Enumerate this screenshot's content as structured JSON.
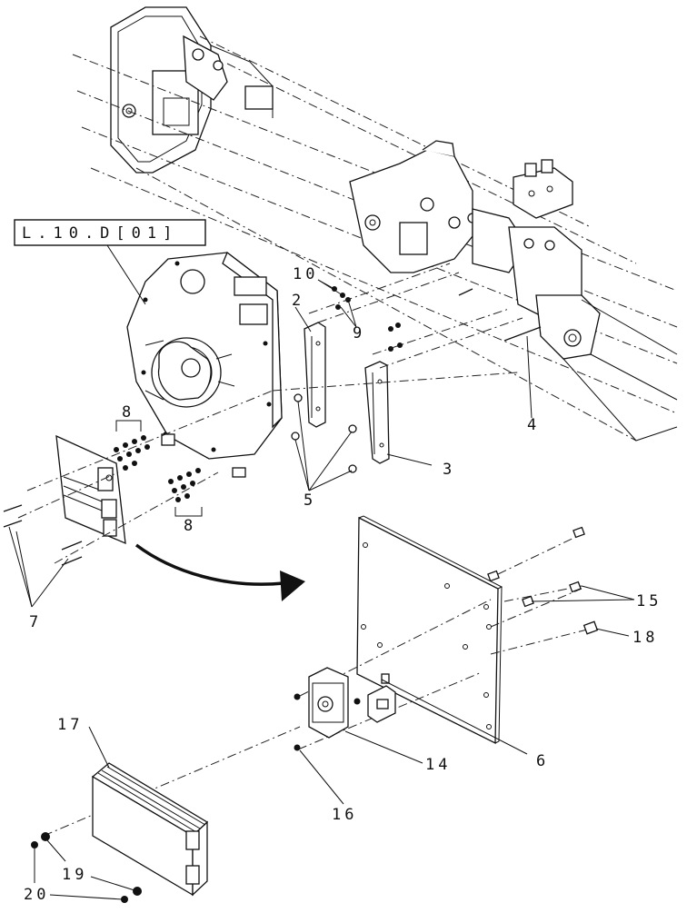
{
  "diagram": {
    "reference_box": "L.10.D[01]",
    "callouts": [
      "10",
      "2",
      "9",
      "4",
      "3",
      "5",
      "8",
      "8",
      "7",
      "15",
      "18",
      "14",
      "6",
      "17",
      "16",
      "19",
      "20"
    ]
  }
}
